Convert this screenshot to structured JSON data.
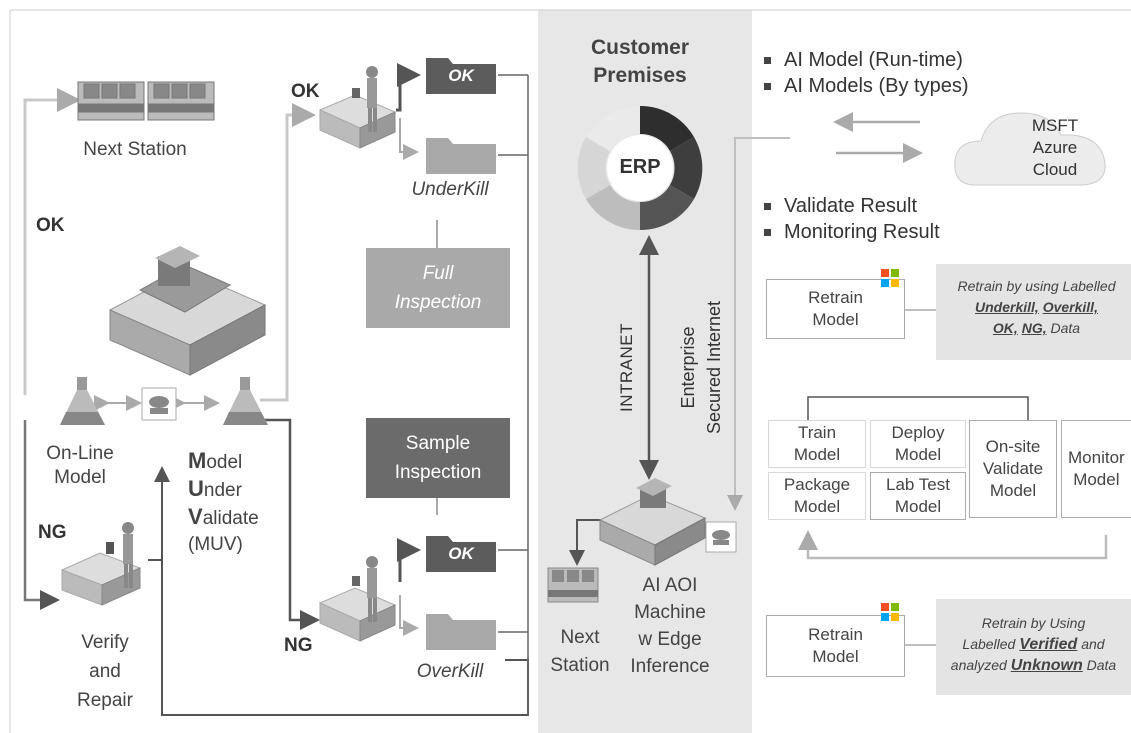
{
  "left": {
    "next_station": "Next Station",
    "ok_left": "OK",
    "online_model": [
      "On-Line",
      "Model"
    ],
    "ng_left": "NG",
    "verify_repair": [
      "Verify",
      "and",
      "Repair"
    ],
    "muv": {
      "line1_initial": "M",
      "line1_rest": "odel",
      "line2_initial": "U",
      "line2_rest": "nder",
      "line3_initial": "V",
      "line3_rest": "alidate",
      "line4": "(MUV)"
    }
  },
  "middle": {
    "ok_top": "OK",
    "ng_bottom": "NG",
    "folder_ok_top": "OK",
    "underkill": "UnderKill",
    "full_inspection": [
      "Full",
      "Inspection"
    ],
    "sample_inspection": [
      "Sample",
      "Inspection"
    ],
    "folder_ok_bottom": "OK",
    "overkill": "OverKill",
    "colors": {
      "full_box": "#a9a9a9",
      "sample_box": "#6b6b6b",
      "folder_dark": "#5c5c5c",
      "folder_light": "#a9a9a9"
    }
  },
  "premises": {
    "title": [
      "Customer",
      "Premises"
    ],
    "erp": "ERP",
    "intranet": "INTRANET",
    "enterprise": [
      "Enterprise",
      "Secured Internet"
    ],
    "next_station": [
      "Next",
      "Station"
    ],
    "ai_aoi": [
      "AI AOI",
      "Machine",
      "w Edge",
      "Inference"
    ]
  },
  "right": {
    "bullets_top": [
      "AI Model (Run-time)",
      "AI Models (By types)"
    ],
    "cloud": [
      "MSFT",
      "Azure",
      "Cloud"
    ],
    "bullets_mid": [
      "Validate Result",
      "Monitoring Result"
    ],
    "retrain1": [
      "Retrain",
      "Model"
    ],
    "retrain1_note": {
      "line1": "Retrain by using Labelled",
      "underkill": "Underkill,",
      "overkill": "Overkill,",
      "ok": "OK,",
      "ng": "NG,",
      "data": "Data"
    },
    "train": [
      "Train",
      "Model"
    ],
    "deploy": [
      "Deploy",
      "Model"
    ],
    "onsite": [
      "On-site",
      "Validate",
      "Model"
    ],
    "monitor": [
      "Monitor",
      "Model"
    ],
    "package": [
      "Package",
      "Model"
    ],
    "labtest": [
      "Lab Test",
      "Model"
    ],
    "retrain2": [
      "Retrain",
      "Model"
    ],
    "retrain2_note": {
      "line1": "Retrain by Using",
      "labelled": "Labelled",
      "verified": "Verified",
      "and": "and",
      "analyzed": "analyzed",
      "unknown": "Unknown",
      "data": "Data"
    },
    "ms_colors": [
      "#f25022",
      "#7fba00",
      "#00a4ef",
      "#ffb900"
    ]
  }
}
